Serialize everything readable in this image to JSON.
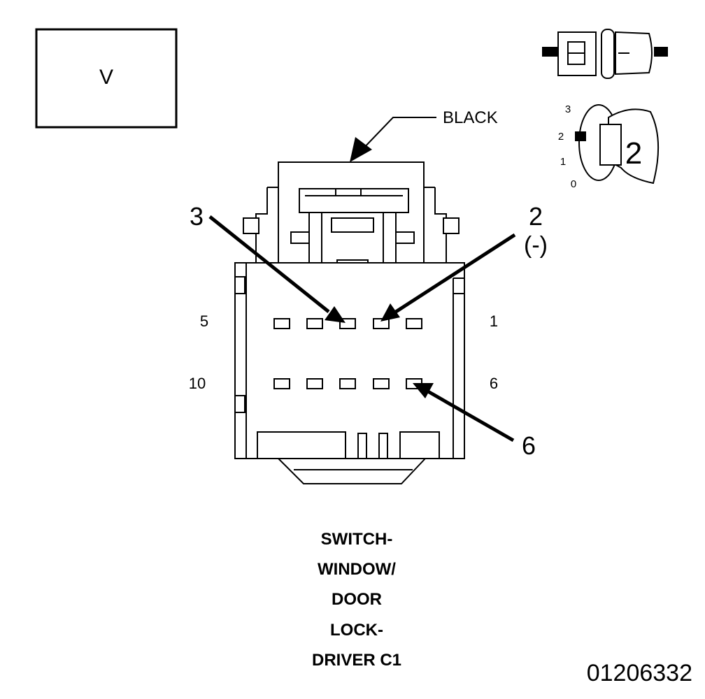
{
  "view_box": {
    "label": "V"
  },
  "color_label": "BLACK",
  "callouts": {
    "pin3": "3",
    "pin2": "2",
    "pin2_polarity": "(-)",
    "pin6": "6"
  },
  "row_labels": {
    "top_left": "5",
    "top_right": "1",
    "bottom_left": "10",
    "bottom_right": "6"
  },
  "key_icon": {
    "scale": [
      "3",
      "2",
      "1",
      "0"
    ],
    "position": "2"
  },
  "title_lines": [
    "SWITCH-",
    "WINDOW/",
    "DOOR",
    "LOCK-",
    "DRIVER C1"
  ],
  "figure_number": "01206332",
  "icons": [
    "connector-halves-icon",
    "ignition-key-icon",
    "arrow-icon"
  ]
}
